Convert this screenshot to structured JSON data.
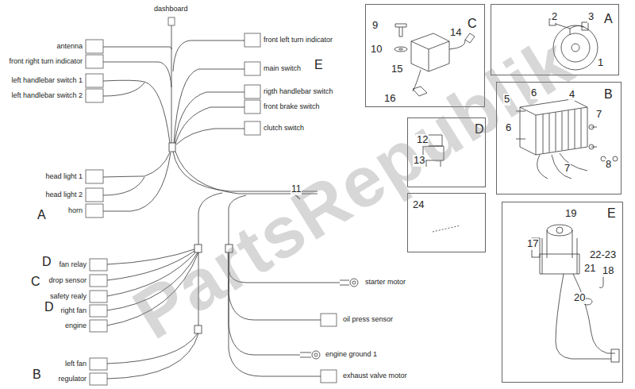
{
  "diagram": {
    "nodes": [
      {
        "text": [
          "C"
        ]
      },
      {
        "text": [
          "A"
        ]
      },
      {
        "text": [
          "B"
        ]
      },
      {
        "text": [
          "D"
        ]
      },
      {
        "text": [
          "24"
        ]
      },
      {
        "text": [
          "E"
        ]
      }
    ],
    "labels": [
      "PartsRepublik",
      "dashboard",
      "antenna",
      "front right turn indicator",
      "left handlebar switch 1",
      "left handlebar switch 2",
      "head light 1",
      "head light 2",
      "horn",
      "A",
      "front left turn indicator",
      "main switch",
      "E",
      "rigth handlebar switch",
      "front brake switch",
      "clutch switch",
      "11",
      "D",
      "fan relay",
      "C",
      "drop sensor",
      "safety realy",
      "D",
      "right fan",
      "engine",
      "left fan",
      "regulator",
      "B",
      "starter motor",
      "oil press sensor",
      "engine ground 1",
      "exhaust valve motor",
      "9",
      "10",
      "14",
      "15",
      "16",
      "2",
      "3",
      "1",
      "5",
      "6",
      "4",
      "6",
      "7",
      "8",
      "7",
      "12",
      "13",
      "22-23",
      "19",
      "17",
      "18",
      "21",
      "20"
    ]
  }
}
